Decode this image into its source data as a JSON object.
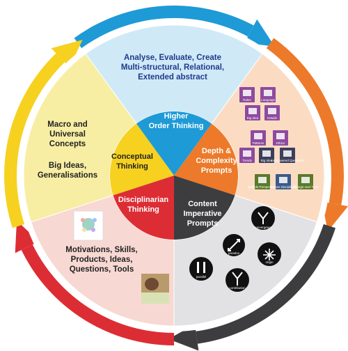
{
  "colors": {
    "blue": "#1e9ad6",
    "orange": "#ec7a2a",
    "dark": "#3d3d3f",
    "red": "#dd2d34",
    "yellow": "#f6d11f",
    "light_blue": "#cfe9f7",
    "peach": "#fbdcc3",
    "light_gray": "#e2e2e4",
    "pink": "#f8d8d3",
    "light_yellow": "#f7eea3"
  },
  "outer": {
    "top": [
      "Analyse, Evaluate, Create",
      "Multi-structural, Relational,",
      "Extended abstract"
    ],
    "left_1": [
      "Macro and",
      "Universal",
      "Concepts"
    ],
    "left_2": [
      "Big Ideas,",
      "Generalisations"
    ],
    "bottom_left": [
      "Motivations, Skills,",
      "Products, Ideas,",
      "Questions, Tools"
    ]
  },
  "inner": {
    "higher_order": [
      "Higher",
      "Order Thinking"
    ],
    "depth": [
      "Depth &",
      "Complexity",
      "Prompts"
    ],
    "content": [
      "Content",
      "Imperative",
      "Prompts"
    ],
    "disciplinarian": [
      "Disciplinarian",
      "Thinking"
    ],
    "conceptual": [
      "Conceptual",
      "Thinking"
    ]
  },
  "depth_icons": [
    {
      "name": "Rules",
      "color": "#8e4a9e"
    },
    {
      "name": "Language",
      "color": "#8e4a9e"
    },
    {
      "name": "Big Idea",
      "color": "#8e4a9e"
    },
    {
      "name": "Details",
      "color": "#8e4a9e"
    },
    {
      "name": "Patterns",
      "color": "#8e4a9e"
    },
    {
      "name": "Ethics",
      "color": "#8e4a9e"
    },
    {
      "name": "Trends",
      "color": "#8e4a9e"
    },
    {
      "name": "Big Idea",
      "color": "#3b3f5c"
    },
    {
      "name": "Unanswered Questions",
      "color": "#3b3f5c"
    },
    {
      "name": "Multiple Perspectives",
      "color": "#5b7a2a"
    },
    {
      "name": "Across Disciplines",
      "color": "#3b5a8a"
    },
    {
      "name": "Change over Time",
      "color": "#5b7a2a"
    }
  ],
  "content_icons": {
    "convergence": "convergence",
    "paradox": "paradox",
    "origin": "origin",
    "parallel": "parallel",
    "contribution": "contribution"
  }
}
